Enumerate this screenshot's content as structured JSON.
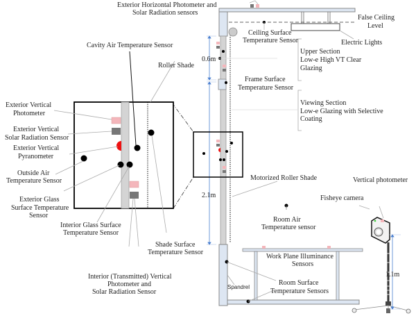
{
  "diagram": {
    "labels": {
      "ext_horiz_1": "Exterior Horizontal Photometer and",
      "ext_horiz_2": "Solar Radiation sensors",
      "cavity_air": "Cavity Air Temperature Sensor",
      "roller_shade": "Roller Shade",
      "ext_vert_photo_1": "Exterior Vertical",
      "ext_vert_photo_2": "Photometer",
      "ext_vert_solar_1": "Exterior Vertical",
      "ext_vert_solar_2": "Solar Radiation Sensor",
      "ext_vert_pyr_1": "Exterior Vertical",
      "ext_vert_pyr_2": "Pyranometer",
      "outside_air_1": "Outside Air",
      "outside_air_2": "Temperature Sensor",
      "ext_glass_1": "Exterior Glass",
      "ext_glass_2": "Surface Temperature",
      "ext_glass_3": "Sensor",
      "int_glass_1": "Interior Glass Surface",
      "int_glass_2": "Temperature Sensor",
      "shade_surface_1": "Shade Surface",
      "shade_surface_2": "Temperature Sensor",
      "int_trans_1": "Interior (Transmitted) Vertical",
      "int_trans_2": "Photometer and",
      "int_trans_3": "Solar Radiation Sensor",
      "false_ceiling_1": "False Ceiling",
      "false_ceiling_2": "Level",
      "ceiling_surface_1": "Ceiling Surface",
      "ceiling_surface_2": "Temperature Sensor",
      "electric_lights": "Electric Lights",
      "upper_section_1": "Upper Section",
      "upper_section_2": "Low-e High VT Clear",
      "upper_section_3": "Glazing",
      "frame_surface_1": "Frame Surface",
      "frame_surface_2": "Temperature Sensor",
      "viewing_section_1": "Viewing Section",
      "viewing_section_2": "Low-e Glazing with Selective",
      "viewing_section_3": "Coating",
      "motorized_shade": "Motorized Roller Shade",
      "vertical_photometer": "Vertical photometer",
      "fisheye_camera": "Fisheye camera",
      "room_air_1": "Room Air",
      "room_air_2": "Temperature sensor",
      "work_plane_1": "Work Plane Illuminance",
      "work_plane_2": "Sensors",
      "room_surface_1": "Room Surface",
      "room_surface_2": "Temperature Sensors",
      "spandrel": "Spandrel"
    },
    "dimensions": {
      "upper": "0.6m",
      "viewing": "2.1m",
      "camera_height": "1.1m"
    },
    "colors": {
      "photometer": "#f4b6bb",
      "solar_sensor": "#7a7a7a",
      "pyranometer": "#ee1111",
      "frame": "#dde6f2",
      "glass": "#d4d4d4",
      "dimension": "#4a7fd0"
    }
  }
}
